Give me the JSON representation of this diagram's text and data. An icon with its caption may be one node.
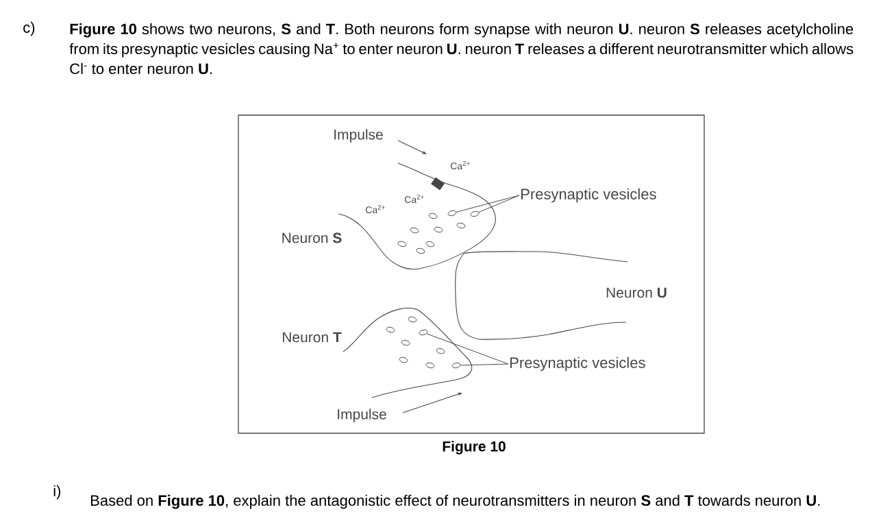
{
  "diagram": {
    "caption": "Figure 10",
    "nodes": [
      {
        "text": [
          "Presynaptic vesicles"
        ]
      },
      {
        "text": [],
        "shape": "circle"
      },
      {
        "text": [],
        "shape": "circle"
      },
      {
        "text": [
          "Presynaptic vesicles"
        ]
      },
      {
        "text": [],
        "shape": "circle"
      },
      {
        "text": [],
        "shape": "circle"
      }
    ],
    "edges": [
      {
        "from": 0,
        "to": 1,
        "arrow": "none"
      },
      {
        "from": 0,
        "to": 2,
        "arrow": "none"
      },
      {
        "from": 3,
        "to": 4,
        "arrow": "none"
      },
      {
        "from": 3,
        "to": 5,
        "arrow": "none"
      }
    ],
    "labels": [
      "c)",
      "**Figure 10** shows two neurons, **S** and **T**. Both neurons form synapse with neuron **U**. neuron **S** releases acetylcholine from its presynaptic vesicles causing Na$^{+}$ to enter neuron **U**. neuron **T** releases a different neurotransmitter which allows Cl$^{-}$ to enter neuron **U**.",
      "Impulse",
      "Ca$^{2+}$",
      "Ca$^{2+}$",
      "Ca$^{2+}$",
      "Neuron **S**",
      "Neuron **U**",
      "Neuron **T**",
      "Impulse",
      "i)",
      "Based on **Figure 10**, explain the antagonistic effect of neurotransmitters in neuron **S** and **T** towards neuron **U**."
    ]
  }
}
